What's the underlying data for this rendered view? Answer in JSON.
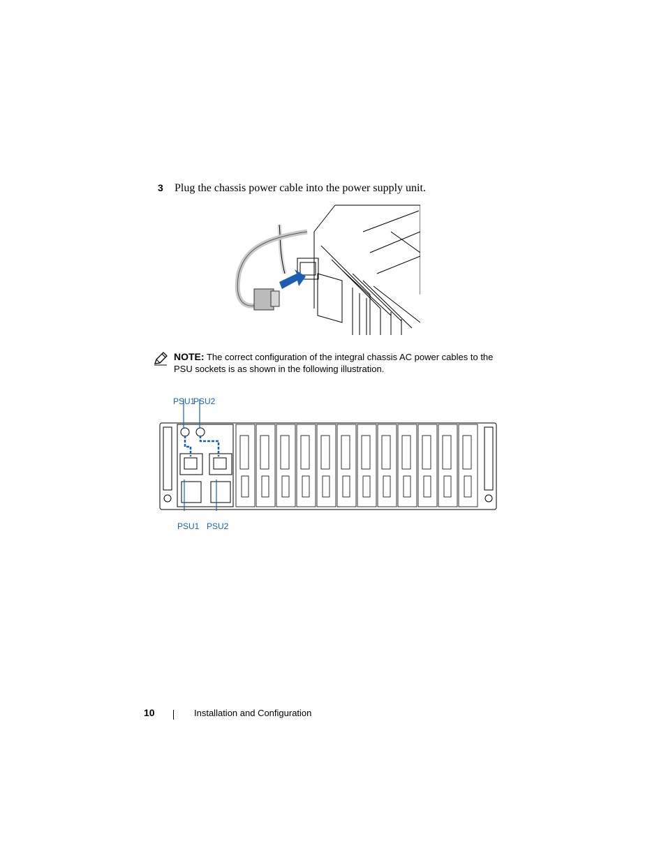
{
  "step": {
    "number": "3",
    "text": "Plug the chassis power cable into the power supply unit."
  },
  "note": {
    "label": "NOTE:",
    "text": "The correct configuration of the integral chassis AC power cables to the PSU sockets is as shown in the following illustration."
  },
  "figure2": {
    "top_labels": [
      "PSU1",
      "PSU2"
    ],
    "bottom_labels": [
      "PSU1",
      "PSU2"
    ],
    "accent_color": "#1a5fb4"
  },
  "footer": {
    "page_number": "10",
    "section": "Installation and Configuration"
  }
}
